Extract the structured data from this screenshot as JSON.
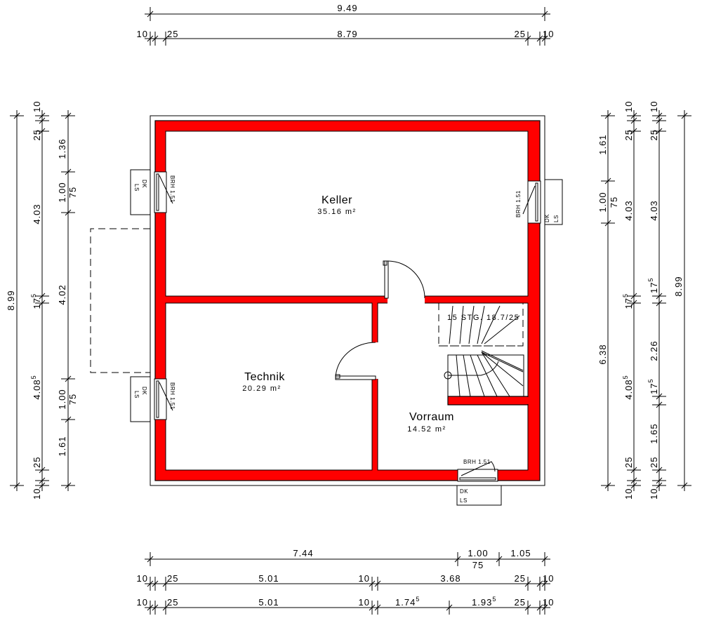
{
  "rooms": [
    {
      "name": "Keller",
      "area": "35.16 m²"
    },
    {
      "name": "Technik",
      "area": "20.29 m²"
    },
    {
      "name": "Vorraum",
      "area": "14.52 m²"
    }
  ],
  "stair": {
    "label": "15 STG. 18.7/25"
  },
  "windows": {
    "ls": "LS",
    "dk": "DK",
    "brh": "BRH 1.51",
    "brh_bottom": "BRH 1.51"
  },
  "dimensions": {
    "top": {
      "overall": "9.49",
      "row2": [
        "10",
        "25",
        "8.79",
        "25",
        "10"
      ]
    },
    "bottom": {
      "row1": [
        "7.44",
        "1.00",
        "75",
        "1.05"
      ],
      "row2": [
        "10",
        "25",
        "5.01",
        "10",
        "3.68",
        "25",
        "10"
      ],
      "row3": [
        "10",
        "25",
        "5.01",
        "10",
        "1.74",
        "5",
        "1.93",
        "5",
        "25",
        "10"
      ]
    },
    "left": {
      "overall": "8.99",
      "inner": [
        "10",
        "25",
        "4.03",
        "17",
        "5",
        "4.08",
        "5",
        "25",
        "10"
      ],
      "openings": [
        "1.36",
        "1.00",
        "75",
        "4.02",
        "1.00",
        "75",
        "1.61"
      ]
    },
    "right": {
      "openings": [
        "1.61",
        "1.00",
        "75",
        "6.38"
      ],
      "inner": [
        "10",
        "25",
        "4.03",
        "17",
        "5",
        "4.08",
        "5",
        "25",
        "10"
      ],
      "stair": [
        "10",
        "25",
        "4.03",
        "17",
        "5",
        "2.26",
        "17",
        "5",
        "1.65",
        "25",
        "10"
      ],
      "overall": "8.99"
    }
  }
}
